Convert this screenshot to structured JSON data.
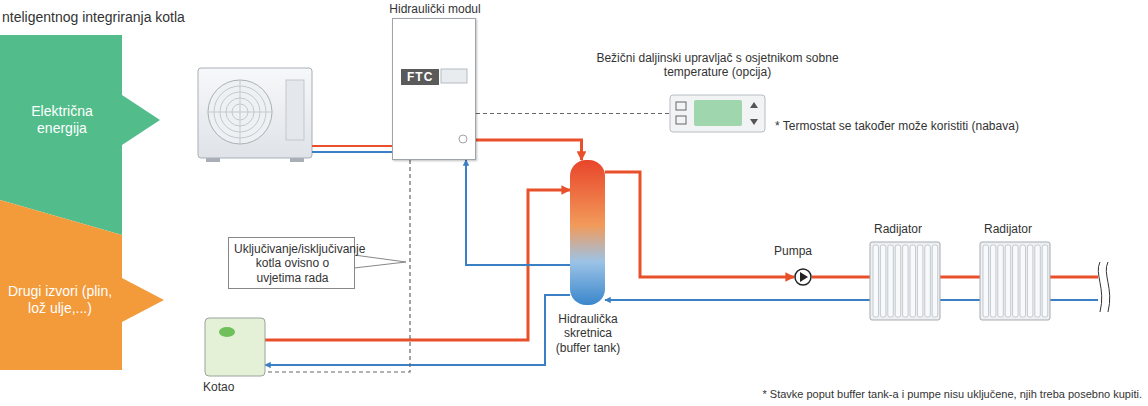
{
  "diagram": {
    "title": "nteligentnog integriranja kotla",
    "nodes": [
      {
        "text": [
          "Električna energija"
        ]
      },
      {
        "text": [
          "Drugi izvori (plin, lož ulje,...)"
        ]
      },
      {
        "text": [
          "Hidraulički modul",
          "FTC"
        ]
      },
      {
        "text": [
          "Bežični daljinski upravljač s osjetnikom sobne temperature (opcija)"
        ]
      },
      {
        "text": [
          "Uključivanje/isključivanje kotla ovisno o uvjetima rada"
        ]
      },
      {
        "text": [
          "Kotao"
        ]
      },
      {
        "text": [
          "Hidraulička skretnica (buffer tank)"
        ]
      },
      {
        "text": [
          "Pumpa"
        ]
      },
      {
        "text": [
          "Radijator"
        ]
      },
      {
        "text": [
          "Radijator"
        ]
      }
    ],
    "edges": [
      {
        "from": 2,
        "to": 6,
        "arrow": "to"
      },
      {
        "from": 5,
        "to": 6,
        "arrow": "to"
      },
      {
        "from": 6,
        "to": 7,
        "arrow": "to"
      },
      {
        "from": 7,
        "to": 8,
        "arrow": "none"
      },
      {
        "from": 8,
        "to": 9,
        "arrow": "none"
      },
      {
        "from": 6,
        "to": 2,
        "arrow": "to"
      },
      {
        "from": 6,
        "to": 5,
        "arrow": "to"
      },
      {
        "from": 8,
        "to": 6,
        "arrow": "to"
      },
      {
        "from": 2,
        "to": 3,
        "arrow": "none"
      },
      {
        "from": 2,
        "to": 5,
        "arrow": "none"
      }
    ],
    "labels": [
      "* Termostat se također može koristiti (nabava)",
      "* Stavke poput buffer tank-a i pumpe nisu uključene, njih treba posebno kupiti."
    ]
  }
}
